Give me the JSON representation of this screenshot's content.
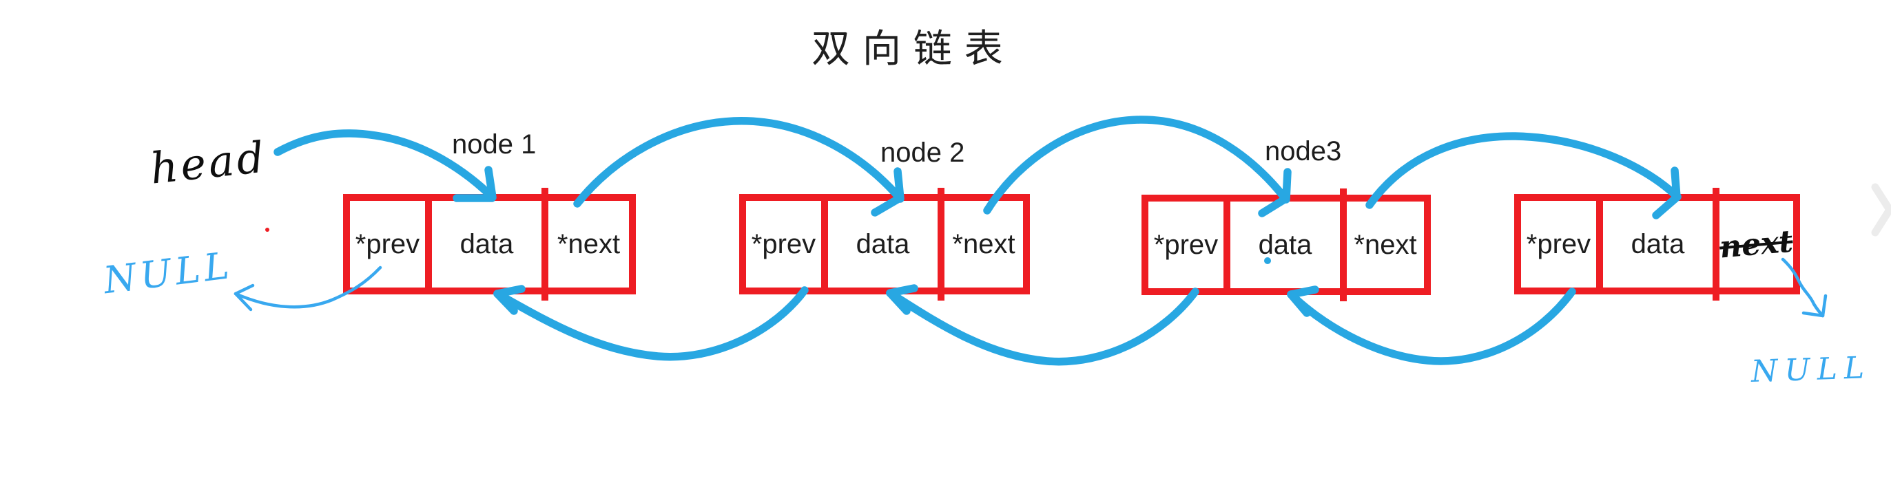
{
  "title": "双向链表",
  "handwritten": {
    "head_label": "head",
    "null_left": "NULL",
    "null_right": "NULL"
  },
  "nodes": [
    {
      "label": "node 1",
      "cells": [
        "*prev",
        "data",
        "*next"
      ]
    },
    {
      "label": "node 2",
      "cells": [
        "*prev",
        "data",
        "*next"
      ]
    },
    {
      "label": "node3",
      "cells": [
        "*prev",
        "data",
        "*next"
      ]
    },
    {
      "label": "",
      "cells": [
        "*prev",
        "data",
        "next"
      ]
    }
  ],
  "edges": [
    {
      "from": "head",
      "to": "node1.top",
      "style": "forward-marker"
    },
    {
      "from": "node1.*next",
      "to": "node2.data",
      "style": "forward-marker"
    },
    {
      "from": "node2.*next",
      "to": "node3.data",
      "style": "forward-marker"
    },
    {
      "from": "node3.*next",
      "to": "node4.data",
      "style": "forward-marker"
    },
    {
      "from": "node2.*prev",
      "to": "node1.data",
      "style": "backward-marker"
    },
    {
      "from": "node3.*prev",
      "to": "node2.data",
      "style": "backward-marker"
    },
    {
      "from": "node4.*prev",
      "to": "node3.data",
      "style": "backward-marker"
    },
    {
      "from": "node1.*prev",
      "to": "NULL",
      "style": "thin-pen"
    },
    {
      "from": "node4.next",
      "to": "NULL",
      "style": "thin-pen"
    }
  ],
  "colors": {
    "box_red": "#ee1d23",
    "arrow_blue": "#28a7e2",
    "pen_blue": "#38a8ef",
    "text_black": "#1d1d1d",
    "chevron_gray": "#ececec"
  }
}
